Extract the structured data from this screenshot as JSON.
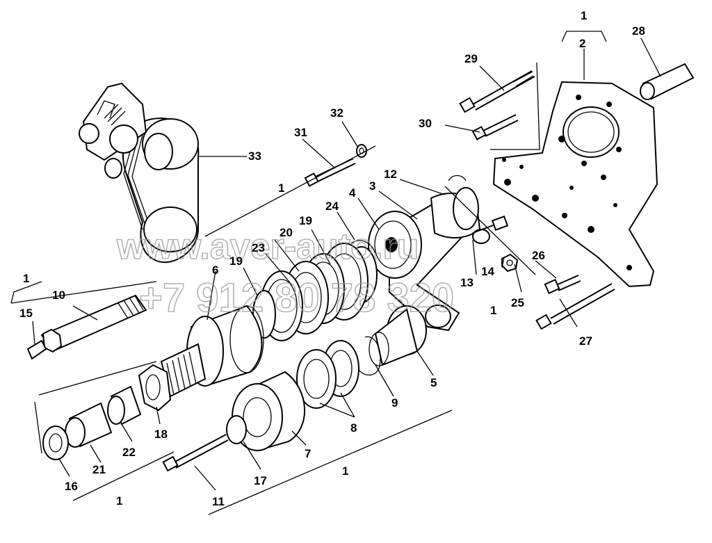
{
  "watermark": {
    "site": "www.aver-auto.ru",
    "phone": "+7 912 80 78 320"
  },
  "callouts": [
    {
      "id": "c1a",
      "text": "1"
    },
    {
      "id": "c2",
      "text": "2"
    },
    {
      "id": "c28",
      "text": "28"
    },
    {
      "id": "c29",
      "text": "29"
    },
    {
      "id": "c30",
      "text": "30"
    },
    {
      "id": "c32",
      "text": "32"
    },
    {
      "id": "c31",
      "text": "31"
    },
    {
      "id": "c33",
      "text": "33"
    },
    {
      "id": "c12",
      "text": "12"
    },
    {
      "id": "c1b",
      "text": "1"
    },
    {
      "id": "c4",
      "text": "4"
    },
    {
      "id": "c3",
      "text": "3"
    },
    {
      "id": "c24",
      "text": "24"
    },
    {
      "id": "c19a",
      "text": "19"
    },
    {
      "id": "c20",
      "text": "20"
    },
    {
      "id": "c23",
      "text": "23"
    },
    {
      "id": "c19b",
      "text": "19"
    },
    {
      "id": "c6",
      "text": "6"
    },
    {
      "id": "c26",
      "text": "26"
    },
    {
      "id": "c14",
      "text": "14"
    },
    {
      "id": "c13",
      "text": "13"
    },
    {
      "id": "c25",
      "text": "25"
    },
    {
      "id": "c1c",
      "text": "1"
    },
    {
      "id": "c27",
      "text": "27"
    },
    {
      "id": "c1d",
      "text": "1"
    },
    {
      "id": "c10",
      "text": "10"
    },
    {
      "id": "c15",
      "text": "15"
    },
    {
      "id": "c5",
      "text": "5"
    },
    {
      "id": "c9",
      "text": "9"
    },
    {
      "id": "c8",
      "text": "8"
    },
    {
      "id": "c7",
      "text": "7"
    },
    {
      "id": "c18",
      "text": "18"
    },
    {
      "id": "c22",
      "text": "22"
    },
    {
      "id": "c21",
      "text": "21"
    },
    {
      "id": "c16",
      "text": "16"
    },
    {
      "id": "c17",
      "text": "17"
    },
    {
      "id": "c1e",
      "text": "1"
    },
    {
      "id": "c1f",
      "text": "1"
    },
    {
      "id": "c11",
      "text": "11"
    }
  ]
}
